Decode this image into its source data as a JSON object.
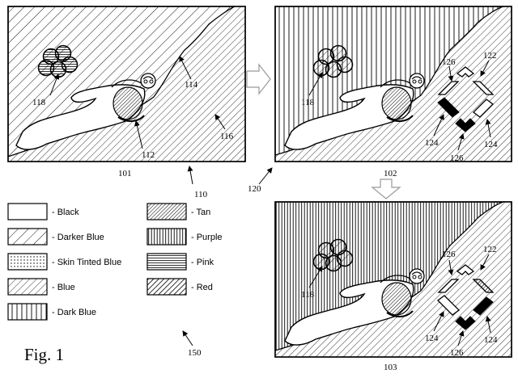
{
  "figure": {
    "title": "Fig. 1",
    "ref_legend": "150",
    "panels": [
      {
        "ref": "101",
        "frame_ref": "110"
      },
      {
        "ref": "102",
        "frame_ref": "120"
      },
      {
        "ref": "103"
      }
    ],
    "callouts": {
      "balloons": "118",
      "rider": "112",
      "hill": "114",
      "sky": "116",
      "arrows_outer": "122",
      "arrows_dark": "124",
      "arrows_mid": "126"
    }
  },
  "legend": [
    {
      "label": "- Black",
      "pattern": "plain"
    },
    {
      "label": "- Darker Blue",
      "pattern": "diag-wide"
    },
    {
      "label": "- Skin Tinted Blue",
      "pattern": "dots"
    },
    {
      "label": "- Blue",
      "pattern": "diag-fine"
    },
    {
      "label": "- Dark Blue",
      "pattern": "vertical"
    },
    {
      "label": "- Tan",
      "pattern": "diag-dense"
    },
    {
      "label": "- Purple",
      "pattern": "vertical-fine"
    },
    {
      "label": "- Pink",
      "pattern": "horizontal"
    },
    {
      "label": "- Red",
      "pattern": "diag-thick"
    }
  ]
}
